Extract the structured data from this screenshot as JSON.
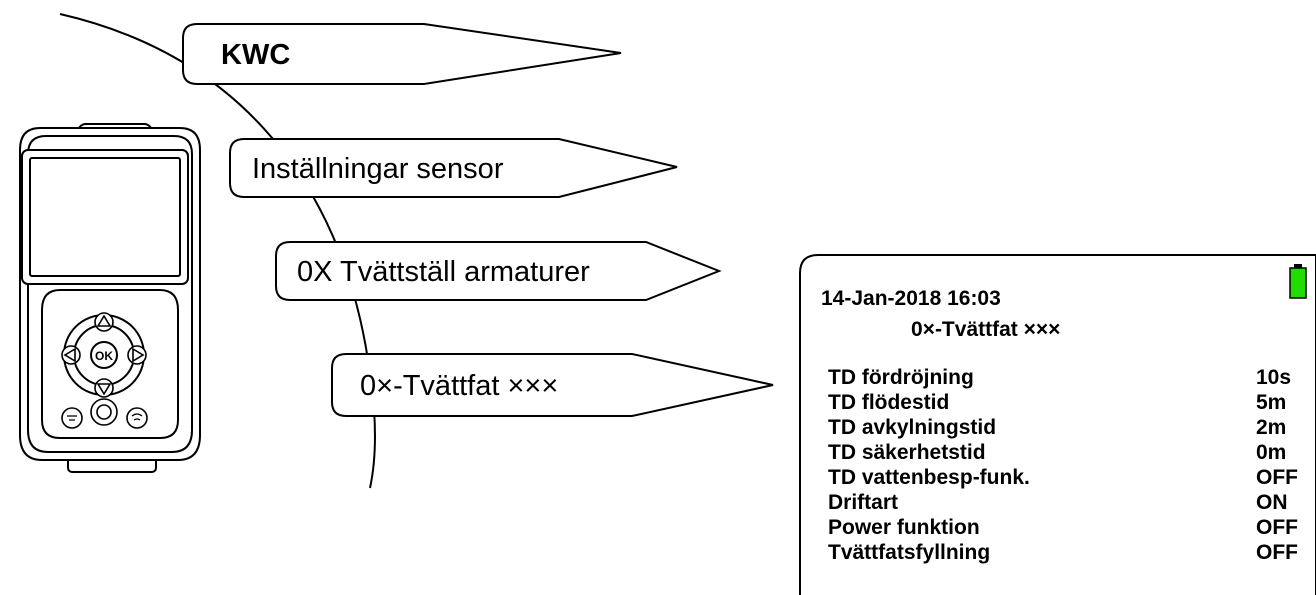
{
  "menu": {
    "level1": "KWC",
    "level2": "Inställningar sensor",
    "level3": "0X Tvättställ armaturer",
    "level4": "0×-Tvättfat ×××"
  },
  "device": {
    "ok_label": "OK"
  },
  "display": {
    "datetime": "14-Jan-2018 16:03",
    "title": "0×-Tvättfat ×××",
    "battery_color": "#22dd00",
    "rows": [
      {
        "label": "TD fördröjning",
        "value": "10s"
      },
      {
        "label": "TD flödestid",
        "value": "5m"
      },
      {
        "label": "TD avkylningstid",
        "value": "2m"
      },
      {
        "label": "TD säkerhetstid",
        "value": "0m"
      },
      {
        "label": "TD vattenbesp-funk.",
        "value": "OFF"
      },
      {
        "label": "Driftart",
        "value": "ON"
      },
      {
        "label": "Power funktion",
        "value": "OFF"
      },
      {
        "label": "Tvättfatsfyllning",
        "value": "OFF"
      }
    ]
  }
}
